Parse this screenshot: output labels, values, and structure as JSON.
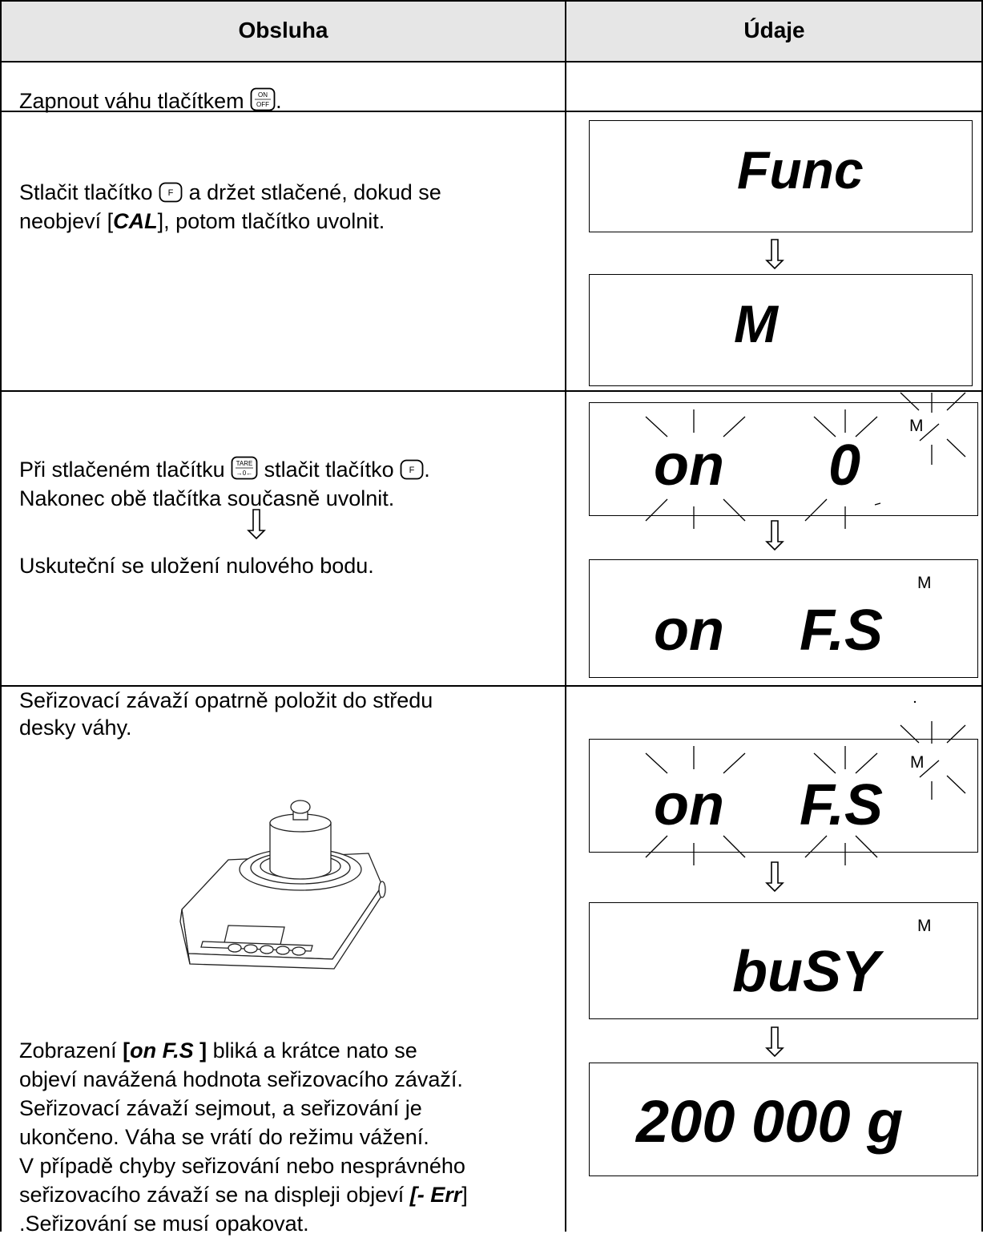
{
  "header": {
    "col_left": "Obsluha",
    "col_right": "Údaje"
  },
  "keys": [
    "on-off-key-icon",
    "f-key-icon",
    "tare-key-icon"
  ],
  "row1": {
    "text_a": "Zapnout váhu tlačítkem",
    "text_b": "."
  },
  "row2": {
    "line1_a": "Stlačit tlačítko",
    "line1_b": "a držet stlačené, dokud se",
    "line2_a": "neobjeví [",
    "line2_bold": "CAL",
    "line2_b": "], potom tlačítko uvolnit.",
    "display1": "Func",
    "display2": "M"
  },
  "row3": {
    "line1_a": "Při stlačeném tlačítku",
    "line1_b": "stlačit tlačítko",
    "line1_c": ".",
    "line2": "Nakonec obě tlačítka současně uvolnit.",
    "line3": "Uskuteční se uložení nulového bodu.",
    "display1_left": "on",
    "display1_right": "0",
    "display1_mark": "M",
    "display2_left": "on",
    "display2_right": "F.S",
    "display2_mark": "M"
  },
  "row4": {
    "p1_line1": "Seřizovací závaží opatrně položit do středu",
    "p1_line2": "desky váhy.",
    "p2_l1_a": "Zobrazení ",
    "p2_l1_bold": "[",
    "p2_l1_bi": "on F.S",
    "p2_l1_bold2": " ]",
    "p2_l1_b": " bliká a krátce nato se",
    "p2_line2": "objeví navážená hodnota seřizovacího závaží.",
    "p2_line3": "Seřizovací závaží sejmout, a seřizování je",
    "p2_line4": "ukončeno. Váha se vrátí do režimu vážení.",
    "p2_line5": "V případě chyby seřizování nebo nesprávného",
    "p2_l6_a": "seřizovacího závaží se na displeji objeví ",
    "p2_l6_bi": "[- Err",
    "p2_l6_b": "]",
    "p2_line7": ".Seřizování se musí opakovat.",
    "display1_left": "on",
    "display1_right": "F.S",
    "display1_mark": "M",
    "display2": "buSY",
    "display2_mark": "M",
    "display3": "200 000 g"
  }
}
